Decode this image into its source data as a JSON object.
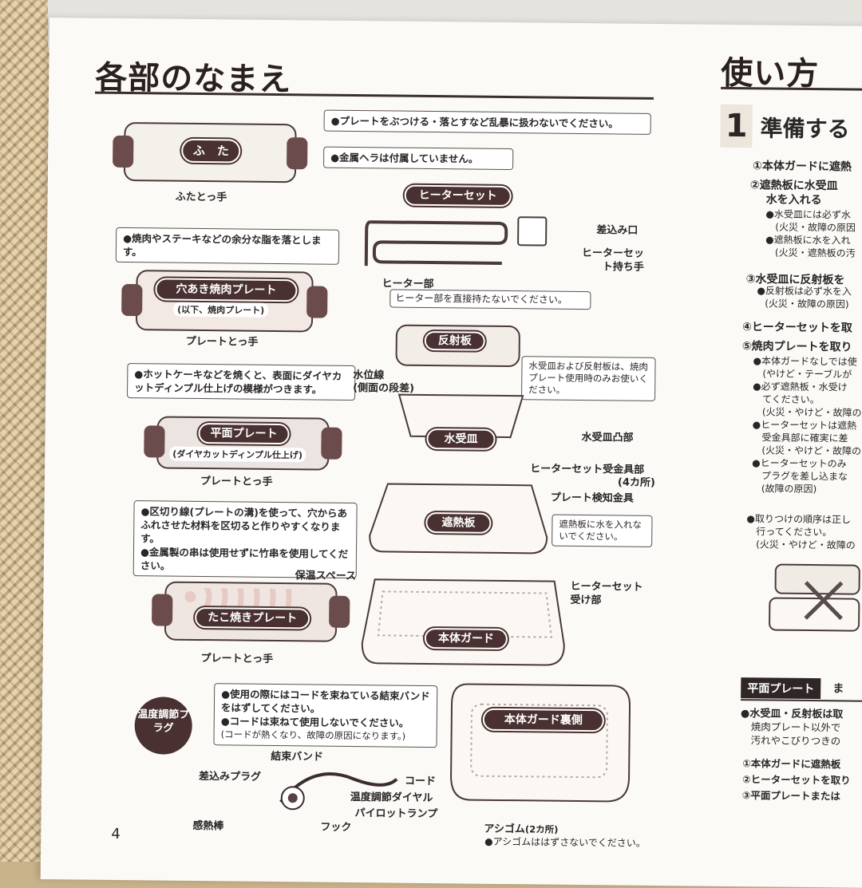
{
  "page_number": "4",
  "left": {
    "title": "各部のなまえ",
    "note_top_1": "●プレートをぶつける・落とすなど乱暴に扱わないでください。",
    "note_top_2": "●金属ヘラは付属していません。",
    "futa_label": "ふ　た",
    "futa_handle": "ふたとっ手",
    "yakiniku_note": "●焼肉やステーキなどの余分な脂を落とします。",
    "yakiniku_label": "穴あき焼肉プレート",
    "yakiniku_sub": "(以下、焼肉プレート)",
    "plate_handle_1": "プレートとっ手",
    "heimen_note": "●ホットケーキなどを焼くと、表面にダイヤカットディンプル仕上げの模様がつきます。",
    "heimen_label": "平面プレート",
    "heimen_sub": "(ダイヤカットディンプル仕上げ)",
    "plate_handle_2": "プレートとっ手",
    "takoyaki_note_1": "●区切り線(プレートの溝)を使って、穴からあふれさせた材料を区切ると作りやすくなります。",
    "takoyaki_note_2": "●金属製の串は使用せずに竹串を使用してください。",
    "hoon_space": "保温スペース",
    "takoyaki_label": "たこ焼きプレート",
    "plate_handle_3": "プレートとっ手",
    "heater_set": "ヒーターセット",
    "sashikomi_guchi": "差込み口",
    "heater_handle": "ヒーターセット持ち手",
    "heater_part": "ヒーター部",
    "heater_warning": "ヒーター部を直接持たないでください。",
    "hanshaban": "反射板",
    "hanshaban_note": "水受皿および反射板は、焼肉プレート使用時のみお使いください。",
    "suii_line": "水位線",
    "suii_line_sub": "(側面の段差)",
    "mizuuke": "水受皿",
    "mizuuke_totsu": "水受皿凸部",
    "heater_ukekanagu": "ヒーターセット受金具部",
    "four_places": "(4カ所)",
    "plate_kenchi": "プレート検知金具",
    "shanetsu": "遮熱板",
    "shanetsu_note": "遮熱板に水を入れないでください。",
    "heater_ukebu": "ヒーターセット受け部",
    "hontai_guard": "本体ガード",
    "plug_badge": "温度調節プラグ",
    "plug_note_1": "●使用の際にはコードを束ねている結束バンドをはずしてください。",
    "plug_note_2": "●コードは束ねて使用しないでください。",
    "plug_note_3": "(コードが熱くなり、故障の原因になります。)",
    "kessoku_band": "結束バンド",
    "sashikomi_plug": "差込みプラグ",
    "cord": "コード",
    "ondo_dial": "温度調節ダイヤル",
    "pilot_lamp": "パイロットランプ",
    "hook": "フック",
    "kannetsu_bou": "感熱棒",
    "guard_ura": "本体ガード裏側",
    "ashigomu": "アシゴム",
    "two_places": "(2カ所)",
    "ashigomu_note": "●アシゴムははずさないでください。"
  },
  "right": {
    "title": "使い方",
    "step_num": "1",
    "step_title": "準備する",
    "s1": "①本体ガードに遮熱",
    "s2": "②遮熱板に水受皿",
    "s2b": "水を入れる",
    "s2n1": "●水受皿には必ず水",
    "s2n1b": "(火災・故障の原因",
    "s2n2": "●遮熱板に水を入れ",
    "s2n2b": "(火災・遮熱板の汚",
    "s3": "③水受皿に反射板を",
    "s3n": "●反射板は必ず水を入",
    "s3nb": "(火災・故障の原因)",
    "s4": "④ヒーターセットを取",
    "s5": "⑤焼肉プレートを取り",
    "s5n1": "●本体ガードなしでは使",
    "s5n1b": "(やけど・テーブルが",
    "s5n2": "●必ず遮熱板・水受け",
    "s5n2b": "てください。",
    "s5n2c": "(火災・やけど・故障の",
    "s5n3": "●ヒーターセットは遮熱",
    "s5n3b": "受金具部に確実に差",
    "s5n3c": "(火災・やけど・故障の",
    "s5n4": "●ヒーターセットのみ",
    "s5n4b": "プラグを差し込まな",
    "s5n4c": "(故障の原因)",
    "warn1": "●取りつけの順序は正し",
    "warn1b": "行ってください。",
    "warn1c": "(火災・やけど・故障の",
    "heimen_tag": "平面プレート",
    "heimen_tag_tail": "ま",
    "mizu_note": "●水受皿・反射板は取",
    "mizu_note_b": "焼肉プレート以外で",
    "mizu_note_c": "汚れやこびりつきの",
    "b1": "①本体ガードに遮熱板",
    "b2": "②ヒーターセットを取り",
    "b3": "③平面プレートまたは"
  }
}
